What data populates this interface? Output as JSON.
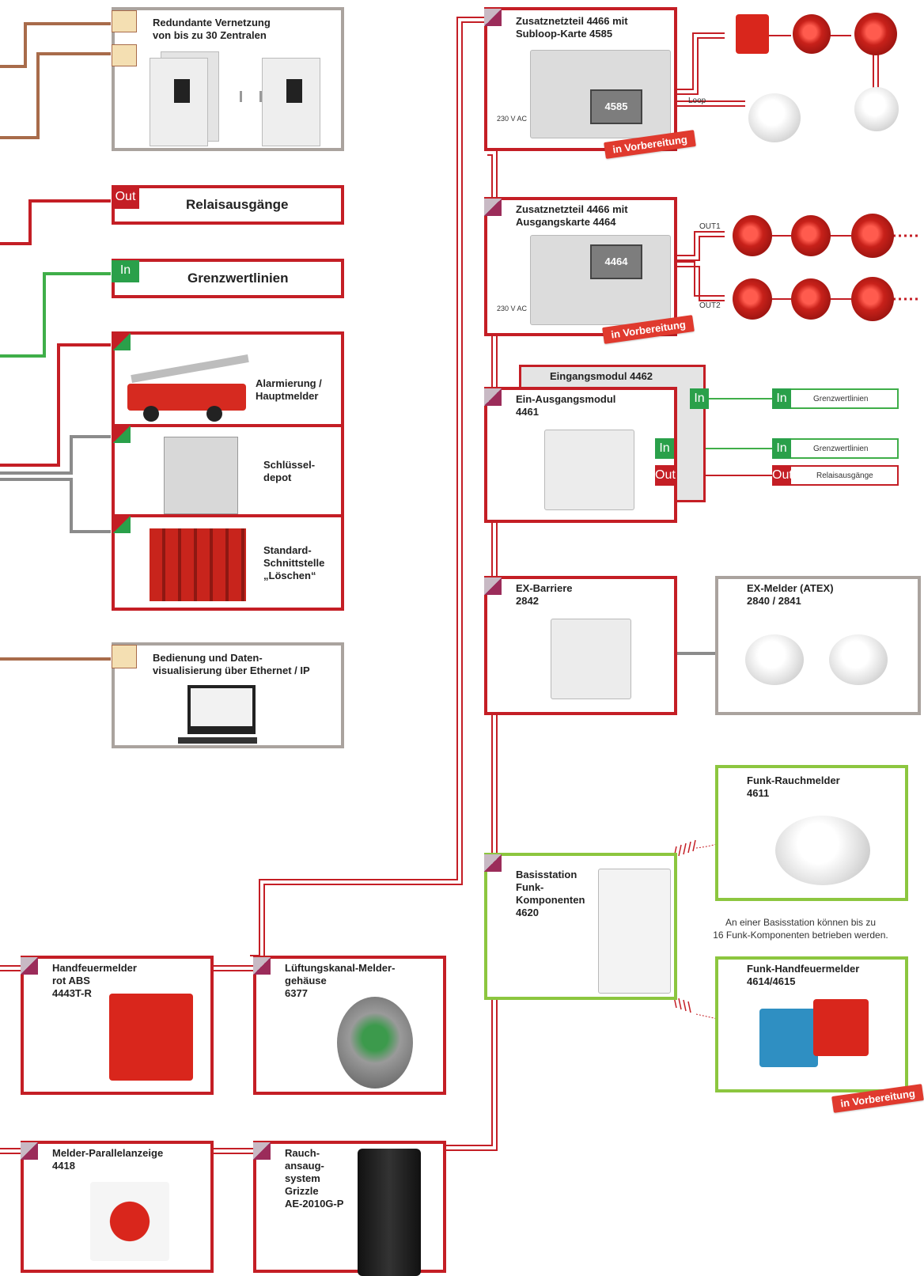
{
  "colors": {
    "red": "#c41e25",
    "brown": "#a86b4a",
    "green": "#3fae49",
    "grey": "#8b8b8b",
    "frame_grey": "#aaa39e",
    "frame_green": "#8cc63f",
    "badge": "#e03a2e"
  },
  "left": {
    "redundant": "Redundante Vernetzung\nvon bis zu 30 Zentralen",
    "relay": "Relaisausgänge",
    "limit": "Grenzwertlinien",
    "alarm": "Alarmierung /\nHauptmelder",
    "key": "Schlüssel-\ndepot",
    "std": "Standard-\nSchnittstelle\n„Löschen“",
    "operation": "Bedienung und Daten-\nvisualisierung über Ethernet / IP",
    "out_tag": "Out",
    "in_tag": "In"
  },
  "right": {
    "psu1": "Zusatznetzteil 4466 mit\nSubloop-Karte 4585",
    "card1": "4585",
    "loop": "Loop",
    "ac": "230 V AC",
    "badge": "in Vorbereitung",
    "psu2": "Zusatznetzteil 4466 mit\nAusgangskarte 4464",
    "card2": "4464",
    "out1": "OUT1",
    "out2": "OUT2",
    "inmod": "Eingangsmodul 4462",
    "iomod": "Ein-Ausgangsmodul\n4461",
    "gw": "Grenzwertlinien",
    "ra": "Relaisausgänge",
    "exb": "EX-Barriere\n2842",
    "exm": "EX-Melder (ATEX)\n2840 / 2841",
    "rauch": "Funk-Rauchmelder\n4611",
    "note": "An einer Basisstation können bis zu\n16 Funk-Komponenten betrieben werden.",
    "base": "Basisstation\nFunk-\nKomponenten\n4620",
    "hand_funk": "Funk-Handfeuermelder\n4614/4615",
    "luft": "Lüftungskanal-Melder-\ngehäuse\n6377",
    "hand": "Handfeuermelder\nrot ABS\n4443T-R",
    "parallel": "Melder-Parallelanzeige\n4418",
    "grizzle": "Rauch-\nansaug-\nsystem\nGrizzle\nAE-2010G-P"
  }
}
